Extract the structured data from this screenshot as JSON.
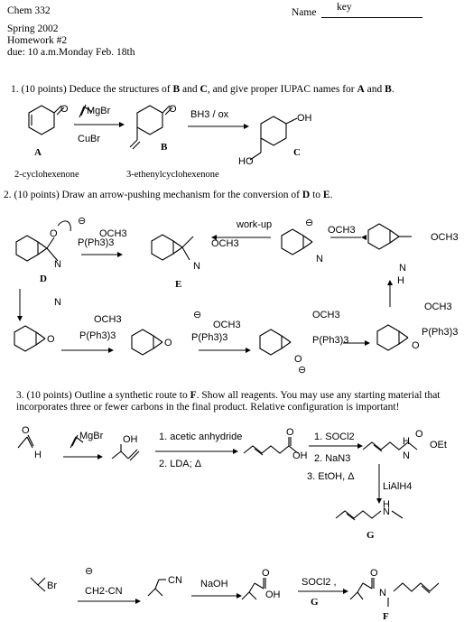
{
  "header": {
    "course": "Chem 332",
    "name_label": "Name",
    "name_value": "key",
    "term": "Spring 2002",
    "assignment": "Homework #2",
    "due": "due:  10 a.m.Monday Feb. 18th"
  },
  "q1": {
    "prompt_a": "1. (10 points)  Deduce the structures of ",
    "b": "B",
    "and": " and ",
    "c": "C",
    "prompt_b": ", and give proper IUPAC names for ",
    "a": "A",
    "prompt_c": ".",
    "reagent_grignard": "MgBr",
    "reagent_cubr": "CuBr",
    "reagent_hydroboration": "BH3 / ox",
    "oh": "OH",
    "ho": "HO",
    "label_a": "A",
    "label_b": "B",
    "label_c": "C",
    "name_a": "2-cyclohexenone",
    "name_b": "3-ethenylcyclohexenone"
  },
  "q2": {
    "prompt_a": "2. (10 points)  Draw an arrow-pushing mechanism for the conversion of ",
    "d": "D",
    "to": " to ",
    "e": "E",
    "prompt_b": ".",
    "work_up": "work-up",
    "och3": "OCH3",
    "pph3": "P(Ph3)3",
    "label_d": "D",
    "label_e": "E"
  },
  "q3": {
    "prompt_a": "3.  (10 points) Outline a synthetic route to ",
    "f": "F",
    "prompt_b": ". Show all reagents. You may use any starting material that",
    "prompt_c": "incorporates three or fewer carbons in the final product. Relative configuration is important!",
    "step1": "1. acetic anhydride",
    "step2": "2. LDA; Δ",
    "socl2": "1. SOCl2",
    "nan3": "2. NaN3",
    "etoh": "3. EtOH, Δ",
    "lialh4": "LiAlH4",
    "naoh": "NaOH",
    "socl2_g": "SOCl2 ,",
    "cn_reagent": "CH2-CN",
    "label_g1": "G",
    "label_g2": "G",
    "label_f": "F"
  }
}
